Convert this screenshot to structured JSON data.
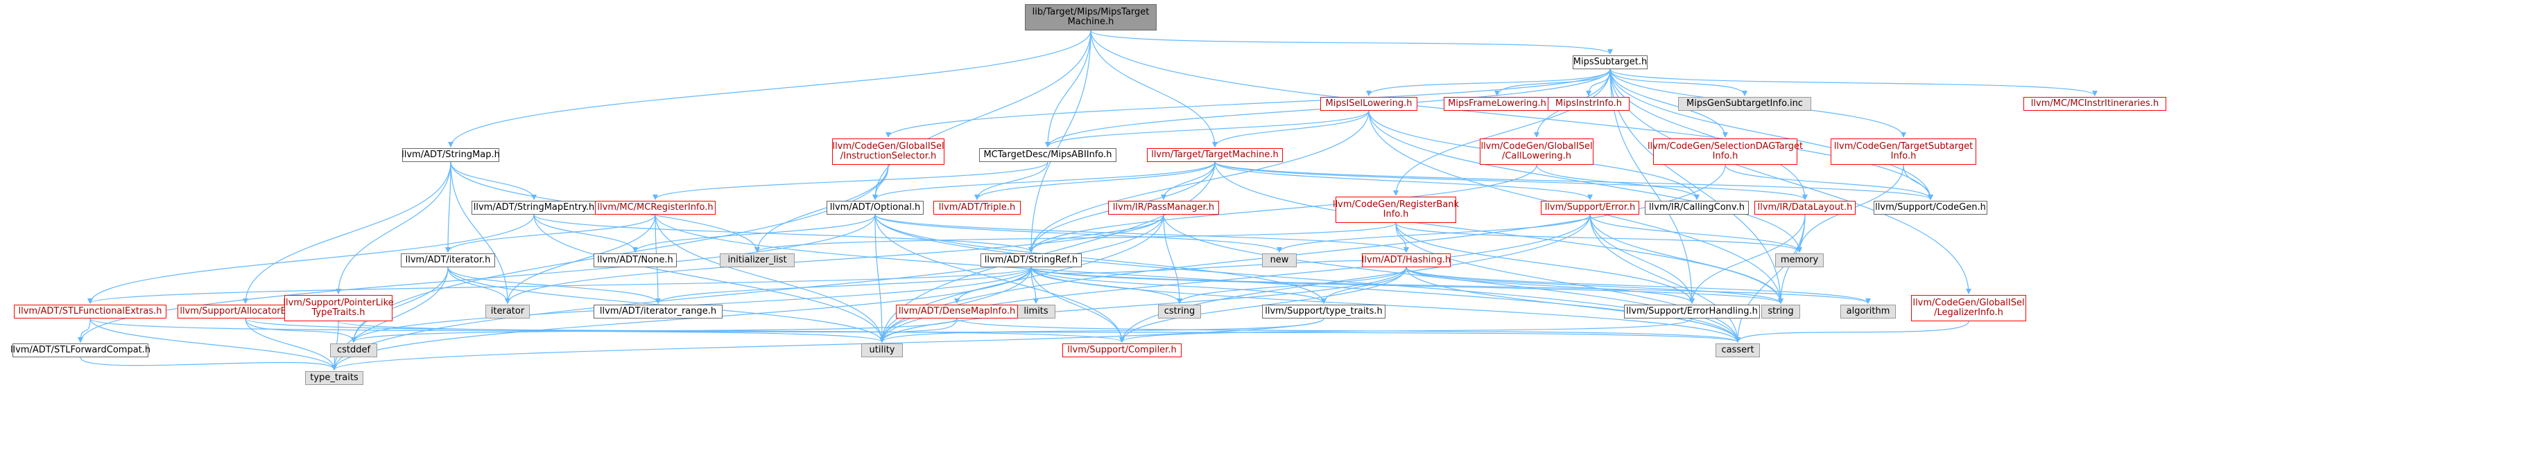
{
  "title": "lib/Target/Mips/MipsTargetMachine.h",
  "colors": {
    "edge": "#63b8ff",
    "edge_red_node": "#ff0000",
    "node_border": "#666666",
    "root_fill": "#999999",
    "system_fill": "#e0e0e0"
  },
  "nodes": [
    {
      "id": "root",
      "label": "lib/Target/Mips/MipsTarget\nMachine.h",
      "kind": "root"
    },
    {
      "id": "mips_subtarget",
      "label": "MipsSubtarget.h",
      "kind": "normal"
    },
    {
      "id": "stringmap",
      "label": "llvm/ADT/StringMap.h",
      "kind": "normal"
    },
    {
      "id": "isel_lowering",
      "label": "MipsISelLowering.h",
      "kind": "red"
    },
    {
      "id": "frame_lowering",
      "label": "MipsFrameLowering.h",
      "kind": "red"
    },
    {
      "id": "instrinfo",
      "label": "MipsInstrInfo.h",
      "kind": "red"
    },
    {
      "id": "gen_subtarget",
      "label": "MipsGenSubtargetInfo.inc",
      "kind": "grey"
    },
    {
      "id": "mc_instr_itin",
      "label": "llvm/MC/MCInstrItineraries.h",
      "kind": "red"
    },
    {
      "id": "cg_gisel_instsel",
      "label": "llvm/CodeGen/GlobalISel\n/InstructionSelector.h",
      "kind": "red"
    },
    {
      "id": "mctd_abiinfo",
      "label": "MCTargetDesc/MipsABIInfo.h",
      "kind": "normal"
    },
    {
      "id": "target_machine",
      "label": "llvm/Target/TargetMachine.h",
      "kind": "red"
    },
    {
      "id": "cg_gisel_calllow",
      "label": "llvm/CodeGen/GlobalISel\n/CallLowering.h",
      "kind": "red"
    },
    {
      "id": "cg_seldag",
      "label": "llvm/CodeGen/SelectionDAGTarget\nInfo.h",
      "kind": "red"
    },
    {
      "id": "cg_targetsub",
      "label": "llvm/CodeGen/TargetSubtarget\nInfo.h",
      "kind": "red"
    },
    {
      "id": "stringmapentry",
      "label": "llvm/ADT/StringMapEntry.h",
      "kind": "normal"
    },
    {
      "id": "mc_reginfo",
      "label": "llvm/MC/MCRegisterInfo.h",
      "kind": "red"
    },
    {
      "id": "optional",
      "label": "llvm/ADT/Optional.h",
      "kind": "normal"
    },
    {
      "id": "triple",
      "label": "llvm/ADT/Triple.h",
      "kind": "red"
    },
    {
      "id": "ir_passmanager",
      "label": "llvm/IR/PassManager.h",
      "kind": "red"
    },
    {
      "id": "cg_regbank",
      "label": "llvm/CodeGen/RegisterBank\nInfo.h",
      "kind": "red"
    },
    {
      "id": "support_error",
      "label": "llvm/Support/Error.h",
      "kind": "red"
    },
    {
      "id": "ir_callingconv",
      "label": "llvm/IR/CallingConv.h",
      "kind": "normal"
    },
    {
      "id": "ir_datalayout",
      "label": "llvm/IR/DataLayout.h",
      "kind": "red"
    },
    {
      "id": "support_codegen",
      "label": "llvm/Support/CodeGen.h",
      "kind": "normal"
    },
    {
      "id": "iterator_h",
      "label": "llvm/ADT/iterator.h",
      "kind": "normal"
    },
    {
      "id": "none",
      "label": "llvm/ADT/None.h",
      "kind": "normal"
    },
    {
      "id": "initializer_list",
      "label": "initializer_list",
      "kind": "grey"
    },
    {
      "id": "new",
      "label": "new",
      "kind": "grey"
    },
    {
      "id": "memory",
      "label": "memory",
      "kind": "grey"
    },
    {
      "id": "stringref",
      "label": "llvm/ADT/StringRef.h",
      "kind": "normal"
    },
    {
      "id": "hashing",
      "label": "llvm/ADT/Hashing.h",
      "kind": "red"
    },
    {
      "id": "stl_functional",
      "label": "llvm/ADT/STLFunctionalExtras.h",
      "kind": "red"
    },
    {
      "id": "allocatorbase",
      "label": "llvm/Support/AllocatorBase.h",
      "kind": "red"
    },
    {
      "id": "pointerlike",
      "label": "llvm/Support/PointerLike\nTypeTraits.h",
      "kind": "red"
    },
    {
      "id": "iterator",
      "label": "iterator",
      "kind": "grey"
    },
    {
      "id": "iterator_range",
      "label": "llvm/ADT/iterator_range.h",
      "kind": "normal"
    },
    {
      "id": "limits",
      "label": "limits",
      "kind": "grey"
    },
    {
      "id": "densemapinfo",
      "label": "llvm/ADT/DenseMapInfo.h",
      "kind": "red"
    },
    {
      "id": "cstring",
      "label": "cstring",
      "kind": "grey"
    },
    {
      "id": "type_traits_h",
      "label": "llvm/Support/type_traits.h",
      "kind": "normal"
    },
    {
      "id": "string",
      "label": "string",
      "kind": "grey"
    },
    {
      "id": "error_handling",
      "label": "llvm/Support/ErrorHandling.h",
      "kind": "normal"
    },
    {
      "id": "algorithm",
      "label": "algorithm",
      "kind": "grey"
    },
    {
      "id": "cg_gisel_legalizer",
      "label": "llvm/CodeGen/GlobalISel\n/LegalizerInfo.h",
      "kind": "red"
    },
    {
      "id": "stl_forward",
      "label": "llvm/ADT/STLForwardCompat.h",
      "kind": "normal"
    },
    {
      "id": "cstddef",
      "label": "cstddef",
      "kind": "grey"
    },
    {
      "id": "utility",
      "label": "utility",
      "kind": "grey"
    },
    {
      "id": "compiler",
      "label": "llvm/Support/Compiler.h",
      "kind": "red"
    },
    {
      "id": "cassert",
      "label": "cassert",
      "kind": "grey"
    },
    {
      "id": "type_traits",
      "label": "type_traits",
      "kind": "grey"
    }
  ],
  "edges": [
    [
      "root",
      "mips_subtarget"
    ],
    [
      "root",
      "stringmap"
    ],
    [
      "root",
      "mctd_abiinfo"
    ],
    [
      "root",
      "target_machine"
    ],
    [
      "root",
      "optional"
    ],
    [
      "root",
      "stringref"
    ],
    [
      "root",
      "support_codegen"
    ],
    [
      "mips_subtarget",
      "isel_lowering"
    ],
    [
      "mips_subtarget",
      "frame_lowering"
    ],
    [
      "mips_subtarget",
      "instrinfo"
    ],
    [
      "mips_subtarget",
      "gen_subtarget"
    ],
    [
      "mips_subtarget",
      "mc_instr_itin"
    ],
    [
      "mips_subtarget",
      "cg_gisel_instsel"
    ],
    [
      "mips_subtarget",
      "mctd_abiinfo"
    ],
    [
      "mips_subtarget",
      "cg_gisel_calllow"
    ],
    [
      "mips_subtarget",
      "cg_seldag"
    ],
    [
      "mips_subtarget",
      "cg_targetsub"
    ],
    [
      "mips_subtarget",
      "cg_regbank"
    ],
    [
      "mips_subtarget",
      "ir_datalayout"
    ],
    [
      "mips_subtarget",
      "support_codegen"
    ],
    [
      "mips_subtarget",
      "error_handling"
    ],
    [
      "mips_subtarget",
      "cg_gisel_legalizer"
    ],
    [
      "mips_subtarget",
      "string"
    ],
    [
      "stringmap",
      "stringmapentry"
    ],
    [
      "stringmap",
      "iterator_h"
    ],
    [
      "stringmap",
      "allocatorbase"
    ],
    [
      "stringmap",
      "pointerlike"
    ],
    [
      "stringmap",
      "initializer_list"
    ],
    [
      "stringmap",
      "iterator"
    ],
    [
      "isel_lowering",
      "target_machine"
    ],
    [
      "isel_lowering",
      "mctd_abiinfo"
    ],
    [
      "isel_lowering",
      "ir_callingconv"
    ],
    [
      "isel_lowering",
      "memory"
    ],
    [
      "isel_lowering",
      "string"
    ],
    [
      "isel_lowering",
      "stringref"
    ],
    [
      "cg_gisel_instsel",
      "optional"
    ],
    [
      "cg_gisel_instsel",
      "initializer_list"
    ],
    [
      "cg_gisel_instsel",
      "cstddef"
    ],
    [
      "mctd_abiinfo",
      "triple"
    ],
    [
      "mctd_abiinfo",
      "mc_reginfo"
    ],
    [
      "target_machine",
      "optional"
    ],
    [
      "target_machine",
      "triple"
    ],
    [
      "target_machine",
      "ir_passmanager"
    ],
    [
      "target_machine",
      "stringref"
    ],
    [
      "target_machine",
      "support_error"
    ],
    [
      "target_machine",
      "ir_datalayout"
    ],
    [
      "target_machine",
      "support_codegen"
    ],
    [
      "target_machine",
      "string"
    ],
    [
      "target_machine",
      "utility"
    ],
    [
      "cg_gisel_calllow",
      "ir_callingconv"
    ],
    [
      "cg_gisel_calllow",
      "stringref"
    ],
    [
      "cg_seldag",
      "support_codegen"
    ],
    [
      "cg_seldag",
      "utility"
    ],
    [
      "cg_targetsub",
      "support_codegen"
    ],
    [
      "cg_targetsub",
      "memory"
    ],
    [
      "stringmapentry",
      "none"
    ],
    [
      "stringmapentry",
      "stl_functional"
    ],
    [
      "stringmapentry",
      "stringref"
    ],
    [
      "stringmapentry",
      "utility"
    ],
    [
      "mc_reginfo",
      "iterator_h"
    ],
    [
      "mc_reginfo",
      "iterator_range"
    ],
    [
      "mc_reginfo",
      "iterator"
    ],
    [
      "mc_reginfo",
      "cassert"
    ],
    [
      "mc_reginfo",
      "utility"
    ],
    [
      "optional",
      "none"
    ],
    [
      "optional",
      "hashing"
    ],
    [
      "optional",
      "stl_forward"
    ],
    [
      "optional",
      "new"
    ],
    [
      "optional",
      "cassert"
    ],
    [
      "optional",
      "type_traits_h"
    ],
    [
      "optional",
      "utility"
    ],
    [
      "optional",
      "compiler"
    ],
    [
      "ir_passmanager",
      "stringref"
    ],
    [
      "ir_passmanager",
      "cstring"
    ],
    [
      "ir_passmanager",
      "iterator"
    ],
    [
      "ir_passmanager",
      "utility"
    ],
    [
      "ir_passmanager",
      "type_traits"
    ],
    [
      "ir_passmanager",
      "cassert"
    ],
    [
      "cg_regbank",
      "hashing"
    ],
    [
      "cg_regbank",
      "error_handling"
    ],
    [
      "cg_regbank",
      "cassert"
    ],
    [
      "cg_regbank",
      "initializer_list"
    ],
    [
      "cg_regbank",
      "memory"
    ],
    [
      "support_error",
      "error_handling"
    ],
    [
      "support_error",
      "compiler"
    ],
    [
      "support_error",
      "new"
    ],
    [
      "support_error",
      "memory"
    ],
    [
      "support_error",
      "string"
    ],
    [
      "support_error",
      "cassert"
    ],
    [
      "support_error",
      "utility"
    ],
    [
      "ir_datalayout",
      "string"
    ],
    [
      "ir_datalayout",
      "error_handling"
    ],
    [
      "ir_datalayout",
      "cassert"
    ],
    [
      "iterator_h",
      "iterator_range"
    ],
    [
      "iterator_h",
      "iterator"
    ],
    [
      "iterator_h",
      "cstddef"
    ],
    [
      "iterator_h",
      "type_traits"
    ],
    [
      "iterator_h",
      "utility"
    ],
    [
      "stringref",
      "stl_functional"
    ],
    [
      "stringref",
      "iterator_range"
    ],
    [
      "stringref",
      "densemapinfo"
    ],
    [
      "stringref",
      "compiler"
    ],
    [
      "stringref",
      "hashing"
    ],
    [
      "stringref",
      "algorithm"
    ],
    [
      "stringref",
      "cassert"
    ],
    [
      "stringref",
      "cstddef"
    ],
    [
      "stringref",
      "cstring"
    ],
    [
      "stringref",
      "limits"
    ],
    [
      "stringref",
      "string"
    ],
    [
      "stringref",
      "type_traits"
    ],
    [
      "stringref",
      "utility"
    ],
    [
      "stringref",
      "type_traits_h"
    ],
    [
      "hashing",
      "error_handling"
    ],
    [
      "hashing",
      "type_traits_h"
    ],
    [
      "hashing",
      "algorithm"
    ],
    [
      "hashing",
      "cassert"
    ],
    [
      "hashing",
      "cstring"
    ],
    [
      "hashing",
      "string"
    ],
    [
      "hashing",
      "utility"
    ],
    [
      "hashing",
      "compiler"
    ],
    [
      "stl_functional",
      "stl_forward"
    ],
    [
      "stl_functional",
      "type_traits"
    ],
    [
      "stl_functional",
      "utility"
    ],
    [
      "allocatorbase",
      "compiler"
    ],
    [
      "allocatorbase",
      "type_traits"
    ],
    [
      "allocatorbase",
      "cstddef"
    ],
    [
      "pointerlike",
      "type_traits"
    ],
    [
      "pointerlike",
      "cassert"
    ],
    [
      "densemapinfo",
      "cassert"
    ],
    [
      "densemapinfo",
      "cstddef"
    ],
    [
      "densemapinfo",
      "utility"
    ],
    [
      "type_traits_h",
      "type_traits"
    ],
    [
      "type_traits_h",
      "utility"
    ],
    [
      "error_handling",
      "compiler"
    ],
    [
      "stl_forward",
      "type_traits"
    ],
    [
      "cg_gisel_legalizer",
      "cassert"
    ]
  ]
}
